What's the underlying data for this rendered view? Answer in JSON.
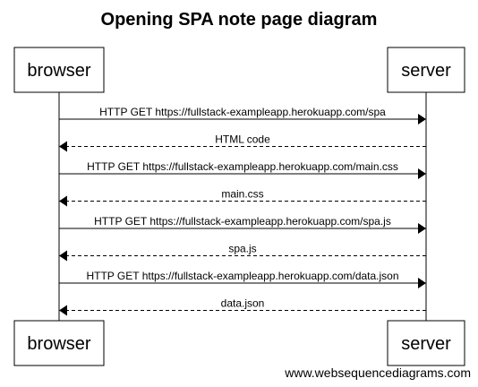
{
  "title": "Opening SPA note page diagram",
  "participants": {
    "left": "browser",
    "right": "server"
  },
  "messages": [
    {
      "label": "HTTP GET https://fullstack-exampleapp.herokuapp.com/spa",
      "from": "browser",
      "to": "server",
      "style": "solid"
    },
    {
      "label": "HTML code",
      "from": "server",
      "to": "browser",
      "style": "dashed"
    },
    {
      "label": "HTTP GET https://fullstack-exampleapp.herokuapp.com/main.css",
      "from": "browser",
      "to": "server",
      "style": "solid"
    },
    {
      "label": "main.css",
      "from": "server",
      "to": "browser",
      "style": "dashed"
    },
    {
      "label": "HTTP GET https://fullstack-exampleapp.herokuapp.com/spa.js",
      "from": "browser",
      "to": "server",
      "style": "solid"
    },
    {
      "label": "spa.js",
      "from": "server",
      "to": "browser",
      "style": "dashed"
    },
    {
      "label": "HTTP GET https://fullstack-exampleapp.herokuapp.com/data.json",
      "from": "browser",
      "to": "server",
      "style": "solid"
    },
    {
      "label": "data.json",
      "from": "server",
      "to": "browser",
      "style": "dashed"
    }
  ],
  "footer": "www.websequencediagrams.com"
}
